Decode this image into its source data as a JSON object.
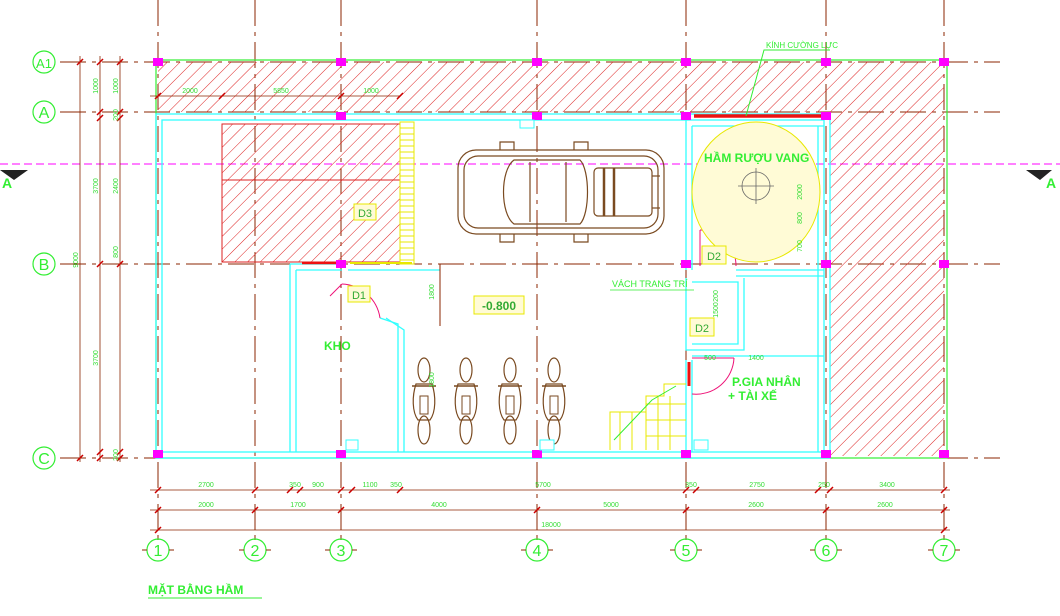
{
  "title": "MẶT BẰNG HẦM",
  "grid": {
    "columns": [
      "1",
      "2",
      "3",
      "4",
      "5",
      "6",
      "7"
    ],
    "rows": [
      "A1",
      "A",
      "B",
      "C"
    ]
  },
  "rooms": {
    "wine_cellar": "HẦM RƯỢU VANG",
    "storage": "KHO",
    "guard_driver_1": "P.GIA NHÂN",
    "guard_driver_2": "+ TÀI XẾ",
    "level": "-0.800"
  },
  "notes": {
    "tempered_glass": "KÍNH CƯỜNG LỰC",
    "decor_wall": "VÁCH TRANG TRÍ"
  },
  "doors": {
    "d1": "D1",
    "d2": "D2",
    "d2b": "D2",
    "d3": "D3"
  },
  "section_marks": {
    "left": "A",
    "right": "A"
  },
  "dims": {
    "top": [
      "2000",
      "5850",
      "1000"
    ],
    "bottom1": [
      "2700",
      "350",
      "900",
      "1100",
      "350",
      "5700",
      "350",
      "2750",
      "250",
      "3400"
    ],
    "bottom2": [
      "2000",
      "1700",
      "4000",
      "5000",
      "2600",
      "2600"
    ],
    "total": "18000",
    "left": [
      "1000",
      "1000",
      "200",
      "2400",
      "3700",
      "800",
      "9000",
      "3700",
      "200"
    ],
    "interior": [
      "1800",
      "2000",
      "800",
      "700",
      "200",
      "1500",
      "500",
      "1400",
      "1800"
    ]
  },
  "colors": {
    "grid": "#8b2500",
    "walls": "#33ffff",
    "text": "#33ee33",
    "hatch": "#dd2222",
    "column": "#ff00ff",
    "stairs": "#e8e800"
  }
}
